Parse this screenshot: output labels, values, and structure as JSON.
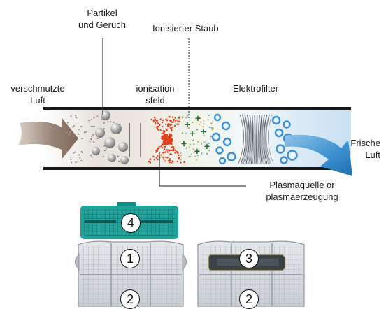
{
  "labels": {
    "particles": [
      "Partikel",
      "und Geruch"
    ],
    "ionized_dust": "Ionisierter Staub",
    "polluted_air": [
      "verschmutzte",
      "Luft"
    ],
    "ionization_field": [
      "ionisation",
      "sfeld"
    ],
    "electrofilter": "Elektrofilter",
    "fresh_air": [
      "Frische",
      "Luft"
    ],
    "plasma_source": [
      "Plasmaquelle or",
      "plasmaerzeugung"
    ]
  },
  "callouts": {
    "one": "1",
    "two": "2",
    "three": "3",
    "four": "4"
  },
  "colors": {
    "tube_line": "#1a1a1a",
    "inlet_arrow": "#8a7466",
    "outlet_arrow": "#2f86c6",
    "ionization_dots": "#e2401c",
    "ion_plus": "#1e6b2e",
    "bubble": "#3b8fd2",
    "filter_frame": "#9aa2a8",
    "prefilter": "#1fa39a",
    "plasma_panel": "#3a4346"
  }
}
